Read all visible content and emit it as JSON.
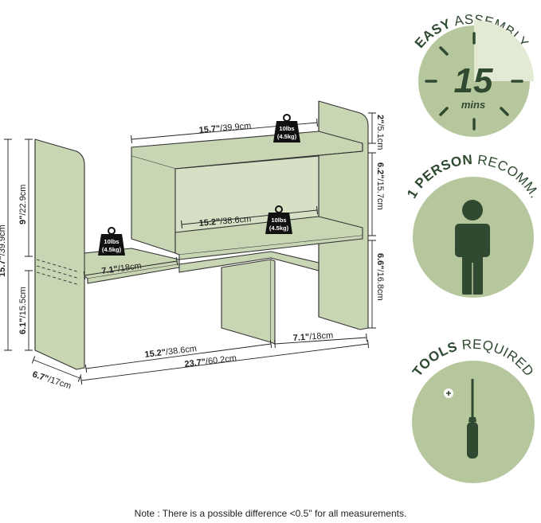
{
  "dimensions": {
    "top_shelf_width": {
      "value": "15.7\"",
      "metric": "/39.9cm"
    },
    "middle_shelf_width": {
      "value": "15.2\"",
      "metric": "/38.6cm"
    },
    "left_shelf_width": {
      "value": "7.1\"",
      "metric": "/18cm"
    },
    "bottom_left_width": {
      "value": "15.2\"",
      "metric": "/38.6cm"
    },
    "bottom_right_width": {
      "value": "7.1\"",
      "metric": "/18cm"
    },
    "total_width": {
      "value": "23.7\"",
      "metric": "/60.2cm"
    },
    "depth": {
      "value": "6.7\"",
      "metric": "/17cm"
    },
    "total_height": {
      "value": "15.7\"",
      "metric": "/39.9cm"
    },
    "left_upper_height": {
      "value": "9\"",
      "metric": "/22.9cm"
    },
    "left_lower_height": {
      "value": "6.1\"",
      "metric": "/15.5cm"
    },
    "right_top_height": {
      "value": "2\"",
      "metric": "/5.1cm"
    },
    "right_mid_height": {
      "value": "6.2\"",
      "metric": "/15.7cm"
    },
    "right_low_height": {
      "value": "6.6\"",
      "metric": "/16.8cm"
    }
  },
  "weights": [
    {
      "lbs": "10lbs",
      "kg": "(4.5kg)"
    },
    {
      "lbs": "10lbs",
      "kg": "(4.5kg)"
    },
    {
      "lbs": "10lbs",
      "kg": "(4.5kg)"
    }
  ],
  "badges": {
    "assembly": {
      "bold": "EASY",
      "light": "ASSEMBLY",
      "number": "15",
      "unit": "mins"
    },
    "person": {
      "bold": "1 PERSON",
      "light": "RECOMM."
    },
    "tools": {
      "bold": "TOOLS",
      "light": "REQUIRED"
    }
  },
  "colors": {
    "shelf_fill": "#c9d6b4",
    "badge_fill": "#b7c79d",
    "badge_light": "#e3ead3",
    "dark_green": "#2f4a30"
  },
  "note": "Note : There is a possible difference <0.5\" for all measurements."
}
